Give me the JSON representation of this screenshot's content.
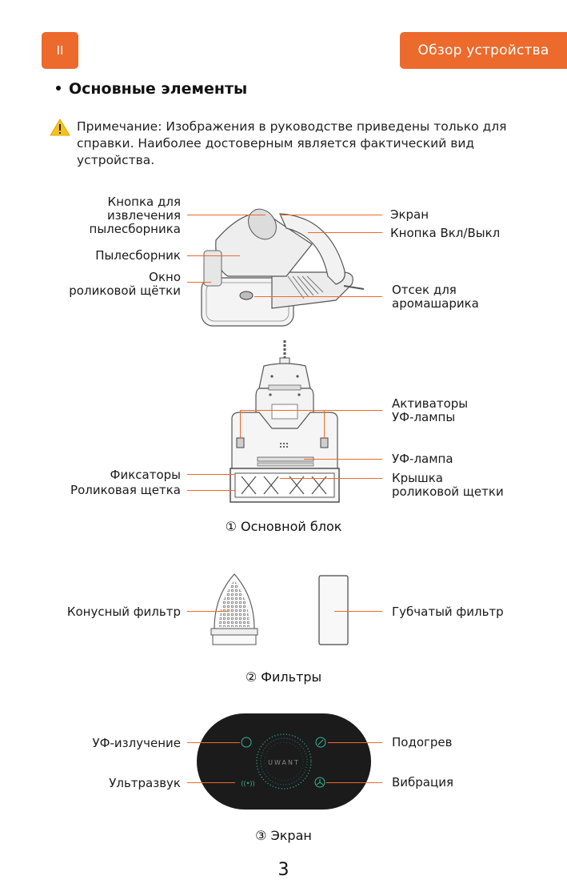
{
  "header": {
    "chapter": "II",
    "section": "Обзор устройства"
  },
  "heading": "Основные элементы",
  "note": {
    "icon": "warning-icon",
    "text": "Примечание: Изображения в руководстве приведены только для справки. Наиболее достоверным является фактический вид устройства."
  },
  "figure1": {
    "side_labels_left": {
      "bin_release": [
        "Кнопка для",
        "извлечения",
        "пылесборника"
      ],
      "dust_bin": "Пылесборник",
      "brush_window": [
        "Окно",
        "роликовой щётки"
      ]
    },
    "side_labels_right": {
      "screen": "Экран",
      "power_button": "Кнопка Вкл/Выкл",
      "aroma": [
        "Отсек для",
        "аромашарика"
      ]
    },
    "bottom_labels": {
      "uv_activators": [
        "Активаторы",
        "УФ-лампы"
      ],
      "uv_lamp": "УФ-лампа",
      "clips": "Фиксаторы",
      "brush_cover": [
        "Крышка",
        "роликовой щетки"
      ],
      "roller_brush": "Роликовая щетка"
    },
    "caption": "① Основной блок"
  },
  "figure2": {
    "cone_filter": "Конусный фильтр",
    "sponge_filter": "Губчатый фильтр",
    "caption": "② Фильтры"
  },
  "figure3": {
    "uv": "УФ-излучение",
    "ultrasound": "Ультразвук",
    "heat": "Подогрев",
    "vibration": "Вибрация",
    "brand": "UWANT",
    "ultrasound_icon_text": "((•))",
    "caption": "③ Экран"
  },
  "colors": {
    "accent": "#EC6A2C",
    "screen_bg": "#1b1b1b",
    "screen_glow": "#2fb89a"
  },
  "page_number": "3"
}
